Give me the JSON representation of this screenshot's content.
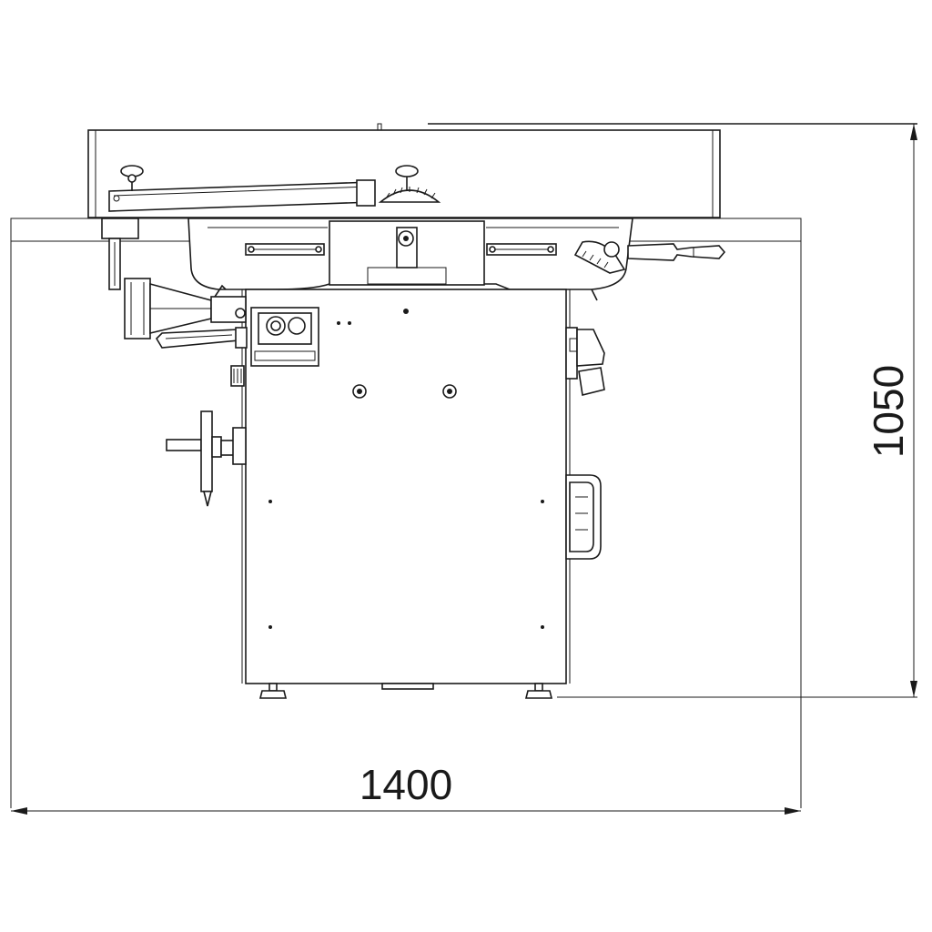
{
  "drawing": {
    "subject": "machine-front-elevation"
  },
  "dimensions": {
    "width_label": "1400",
    "height_label": "1050"
  }
}
